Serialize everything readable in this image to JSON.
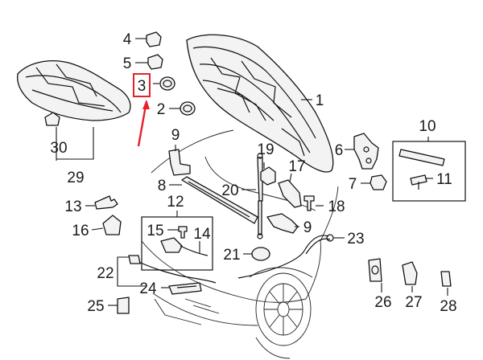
{
  "diagram": {
    "callouts": [
      {
        "id": "c1",
        "text": "1"
      },
      {
        "id": "c2",
        "text": "2"
      },
      {
        "id": "c3",
        "text": "3"
      },
      {
        "id": "c4",
        "text": "4"
      },
      {
        "id": "c5",
        "text": "5"
      },
      {
        "id": "c6",
        "text": "6"
      },
      {
        "id": "c7",
        "text": "7"
      },
      {
        "id": "c8",
        "text": "8"
      },
      {
        "id": "c9a",
        "text": "9"
      },
      {
        "id": "c9b",
        "text": "9"
      },
      {
        "id": "c10",
        "text": "10"
      },
      {
        "id": "c11",
        "text": "11"
      },
      {
        "id": "c12",
        "text": "12"
      },
      {
        "id": "c13",
        "text": "13"
      },
      {
        "id": "c14",
        "text": "14"
      },
      {
        "id": "c15",
        "text": "15"
      },
      {
        "id": "c16",
        "text": "16"
      },
      {
        "id": "c17",
        "text": "17"
      },
      {
        "id": "c18",
        "text": "18"
      },
      {
        "id": "c19",
        "text": "19"
      },
      {
        "id": "c20",
        "text": "20"
      },
      {
        "id": "c21",
        "text": "21"
      },
      {
        "id": "c22",
        "text": "22"
      },
      {
        "id": "c23",
        "text": "23"
      },
      {
        "id": "c24",
        "text": "24"
      },
      {
        "id": "c25",
        "text": "25"
      },
      {
        "id": "c26",
        "text": "26"
      },
      {
        "id": "c27",
        "text": "27"
      },
      {
        "id": "c28",
        "text": "28"
      },
      {
        "id": "c29",
        "text": "29"
      },
      {
        "id": "c30",
        "text": "30"
      }
    ],
    "highlight_color": "#e8202a",
    "highlighted_part": "3"
  }
}
